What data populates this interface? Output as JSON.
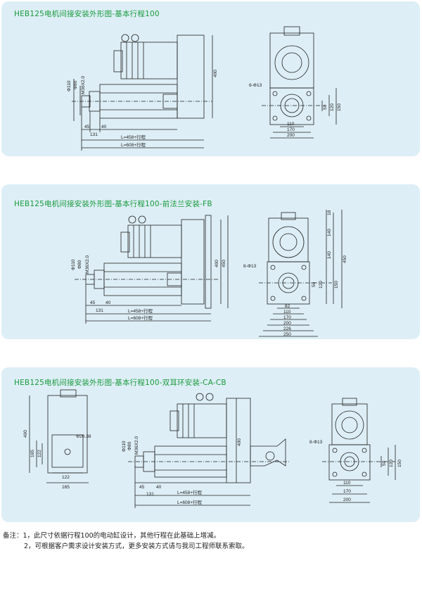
{
  "panels": [
    {
      "title": "HEB125电机间接安装外形图-基本行程100",
      "side_view": {
        "dims": [
          "400",
          "Φ110",
          "Φ80",
          "M36X2.0",
          "45",
          "40",
          "131",
          "L=458+行程",
          "L=608+行程"
        ]
      },
      "end_view": {
        "dims": [
          "8-Φ13",
          "50",
          "120",
          "150",
          "110",
          "170",
          "200"
        ]
      }
    },
    {
      "title": "HEB125电机间接安装外形图-基本行程100-前法兰安装-FB",
      "side_view": {
        "dims": [
          "400",
          "450",
          "Φ110",
          "Φ80",
          "M36X2.0",
          "45",
          "40",
          "131",
          "L=458+行程",
          "L=608+行程"
        ]
      },
      "end_view": {
        "dims": [
          "18",
          "140",
          "140",
          "8-Φ13",
          "50",
          "120",
          "150",
          "450",
          "82",
          "110",
          "170",
          "200",
          "226",
          "250"
        ]
      }
    },
    {
      "title": "HEB125电机间接安装外形图-基本行程100-双耳环安装-CA-CB",
      "top_view": {
        "dims": [
          "400",
          "165",
          "122",
          "Φ20.38",
          "122",
          "165"
        ]
      },
      "side_view": {
        "dims": [
          "400",
          "Φ110",
          "Φ80",
          "M36X2.0",
          "45",
          "40",
          "131",
          "L=458+行程",
          "L=608+行程"
        ]
      },
      "end_view": {
        "dims": [
          "8-Φ13",
          "50",
          "120",
          "150",
          "110",
          "170",
          "200"
        ]
      }
    }
  ],
  "notes": {
    "line1": "备注：1，此尺寸依据行程100的电动缸设计，其他行程在此基础上增减。",
    "line2": "2，可根据客户需求设计安装方式，更多安装方式请与我司工程师联系索取。"
  },
  "colors": {
    "panel_bg": "#ddeef6",
    "title": "#1a9a3c",
    "line": "#222222"
  }
}
